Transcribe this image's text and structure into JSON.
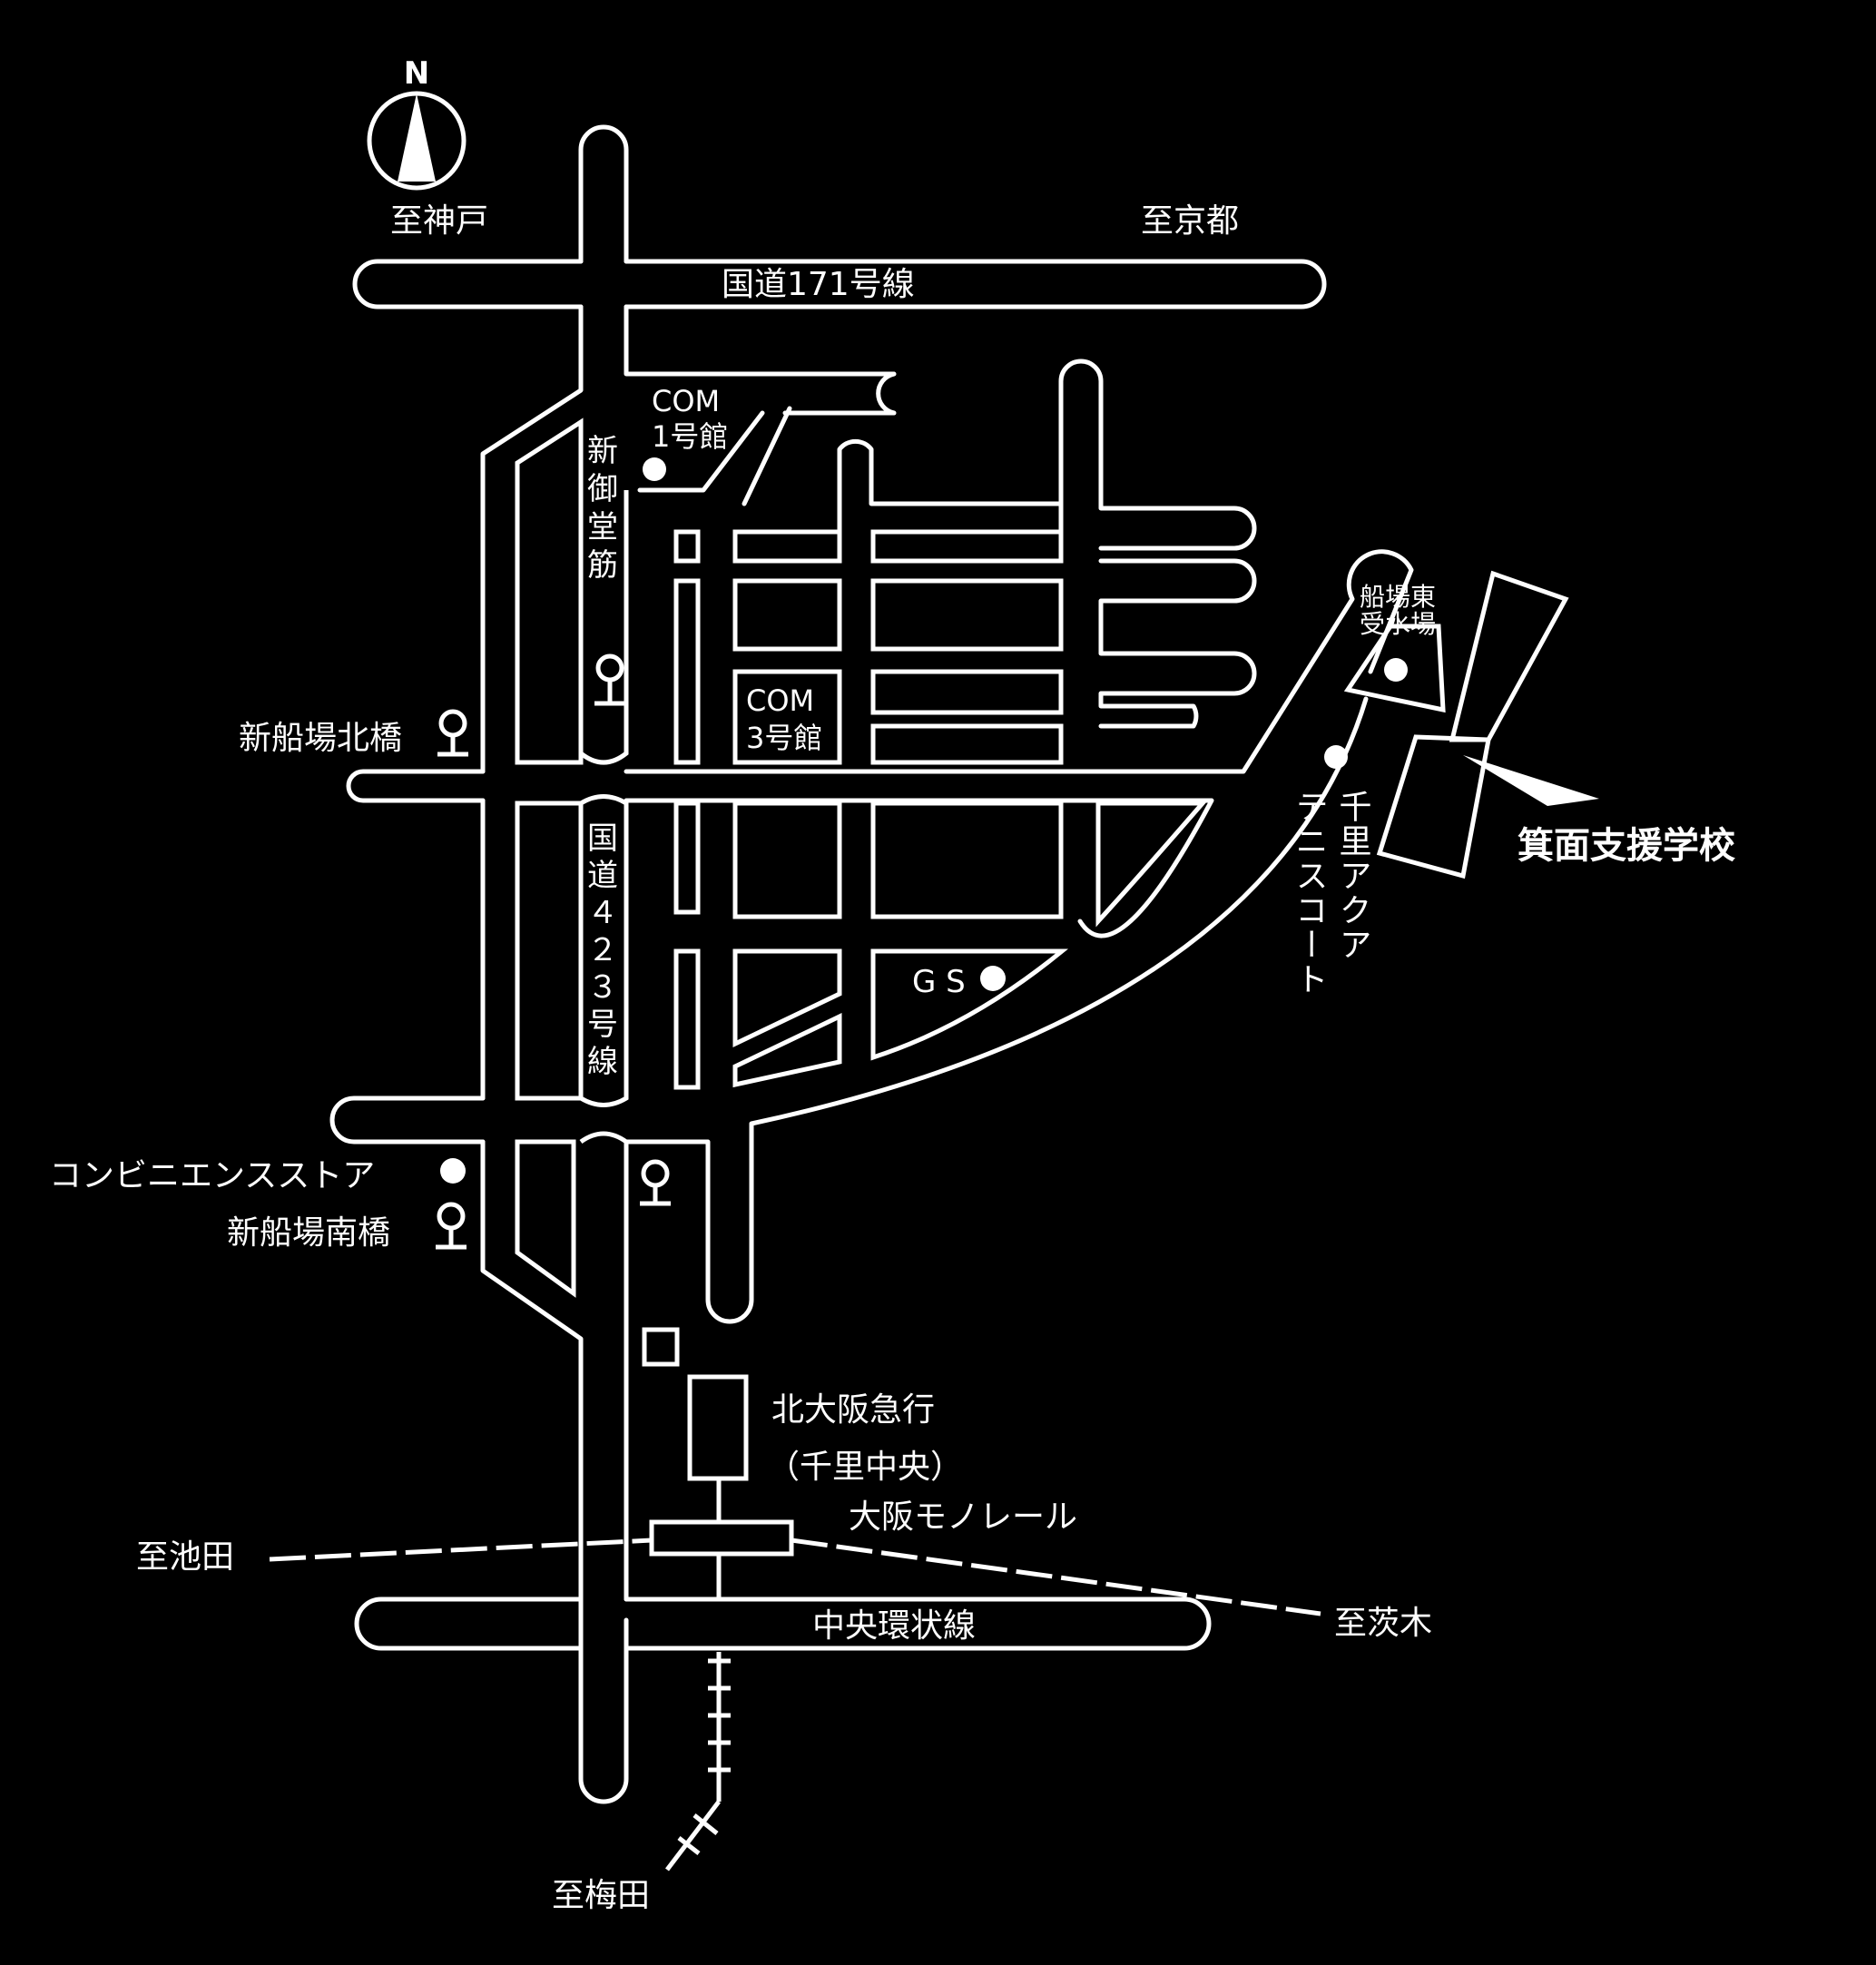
{
  "colors": {
    "background": "#000000",
    "foreground": "#ffffff"
  },
  "compass": {
    "label": "N"
  },
  "directions": {
    "kobe": "至神戸",
    "kyoto": "至京都",
    "ikeda": "至池田",
    "ibaraki": "至茨木",
    "umeda": "至梅田"
  },
  "roads": {
    "route171": "国道171号線",
    "shinmidosuji": [
      "新",
      "御",
      "堂",
      "筋"
    ],
    "route423": [
      "国",
      "道",
      "４",
      "２",
      "３",
      "号",
      "線"
    ],
    "chuo_kanjo": "中央環状線"
  },
  "landmarks": {
    "com1": [
      "COM",
      "1号館"
    ],
    "com3": [
      "COM",
      "3号館"
    ],
    "funaba_josui": [
      "船場東",
      "受水場"
    ],
    "gs": "G S",
    "convenience": "コンビニエンスストア",
    "tennis": [
      "千里アクア",
      "テニスコート"
    ],
    "school": "箕面支援学校"
  },
  "bridges": {
    "north": "新船場北橋",
    "south": "新船場南橋"
  },
  "stations": {
    "kita_osaka": "北大阪急行",
    "senri_chuo": "（千里中央）",
    "monorail": "大阪モノレール"
  },
  "icons": [
    "north-arrow-icon",
    "pin-icon",
    "dot-icon",
    "pointer-arrow-icon"
  ]
}
